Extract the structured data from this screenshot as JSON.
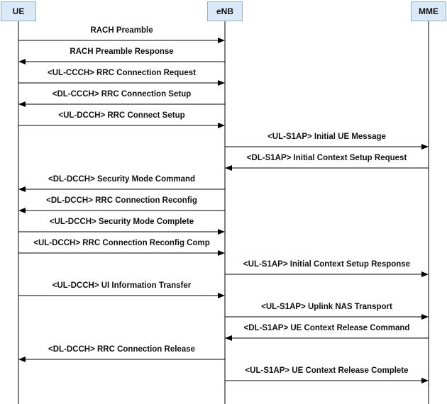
{
  "entities": [
    {
      "id": "ue",
      "label": "UE"
    },
    {
      "id": "enb",
      "label": "eNB"
    },
    {
      "id": "mme",
      "label": "MME"
    }
  ],
  "messages": [
    {
      "from": "ue",
      "to": "enb",
      "label": "RACH Preamble"
    },
    {
      "from": "enb",
      "to": "ue",
      "label": "RACH Preamble Response"
    },
    {
      "from": "ue",
      "to": "enb",
      "label": "<UL-CCCH> RRC Connection Request"
    },
    {
      "from": "enb",
      "to": "ue",
      "label": "<DL-CCCH> RRC Connection Setup"
    },
    {
      "from": "ue",
      "to": "enb",
      "label": "<UL-DCCH> RRC Connect Setup"
    },
    {
      "from": "enb",
      "to": "mme",
      "label": "<UL-S1AP> Initial UE Message"
    },
    {
      "from": "mme",
      "to": "enb",
      "label": "<DL-S1AP> Initial Context Setup Request"
    },
    {
      "from": "enb",
      "to": "ue",
      "label": "<DL-DCCH> Security Mode Command"
    },
    {
      "from": "enb",
      "to": "ue",
      "label": "<DL-DCCH> RRC Connection Reconfig"
    },
    {
      "from": "ue",
      "to": "enb",
      "label": "<UL-DCCH> Security Mode Complete"
    },
    {
      "from": "ue",
      "to": "enb",
      "label": "<UL-DCCH> RRC Connection Reconfig Comp"
    },
    {
      "from": "enb",
      "to": "mme",
      "label": "<UL-S1AP> Initial Context Setup Response"
    },
    {
      "from": "ue",
      "to": "enb",
      "label": "<UL-DCCH> UI Information Transfer"
    },
    {
      "from": "enb",
      "to": "mme",
      "label": "<UL-S1AP> Uplink NAS Transport"
    },
    {
      "from": "mme",
      "to": "enb",
      "label": "<DL-S1AP> UE Context Release Command"
    },
    {
      "from": "enb",
      "to": "ue",
      "label": "<DL-DCCH> RRC Connection Release"
    },
    {
      "from": "enb",
      "to": "mme",
      "label": "<UL-S1AP> UE Context Release Complete"
    }
  ]
}
